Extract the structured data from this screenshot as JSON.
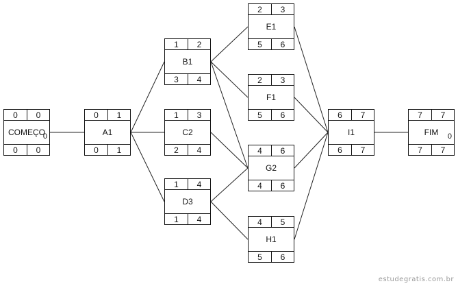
{
  "nodes": {
    "comeco": {
      "name": "COMEÇO",
      "duration": "0",
      "tl": "0",
      "tr": "0",
      "bl": "0",
      "br": "0"
    },
    "a1": {
      "name": "A1",
      "tl": "0",
      "tr": "1",
      "bl": "0",
      "br": "1"
    },
    "b1": {
      "name": "B1",
      "tl": "1",
      "tr": "2",
      "bl": "3",
      "br": "4"
    },
    "c2": {
      "name": "C2",
      "tl": "1",
      "tr": "3",
      "bl": "2",
      "br": "4"
    },
    "d3": {
      "name": "D3",
      "tl": "1",
      "tr": "4",
      "bl": "1",
      "br": "4"
    },
    "e1": {
      "name": "E1",
      "tl": "2",
      "tr": "3",
      "bl": "5",
      "br": "6"
    },
    "f1": {
      "name": "F1",
      "tl": "2",
      "tr": "3",
      "bl": "5",
      "br": "6"
    },
    "g2": {
      "name": "G2",
      "tl": "4",
      "tr": "6",
      "bl": "4",
      "br": "6"
    },
    "h1": {
      "name": "H1",
      "tl": "4",
      "tr": "5",
      "bl": "5",
      "br": "6"
    },
    "i1": {
      "name": "I1",
      "tl": "6",
      "tr": "7",
      "bl": "6",
      "br": "7"
    },
    "fim": {
      "name": "FIM",
      "duration": "0",
      "tl": "7",
      "tr": "7",
      "bl": "7",
      "br": "7"
    }
  },
  "edges": [
    [
      "comeco",
      "a1"
    ],
    [
      "a1",
      "b1"
    ],
    [
      "a1",
      "c2"
    ],
    [
      "a1",
      "d3"
    ],
    [
      "b1",
      "e1"
    ],
    [
      "b1",
      "f1"
    ],
    [
      "b1",
      "g2"
    ],
    [
      "c2",
      "g2"
    ],
    [
      "d3",
      "g2"
    ],
    [
      "d3",
      "h1"
    ],
    [
      "e1",
      "i1"
    ],
    [
      "f1",
      "i1"
    ],
    [
      "g2",
      "i1"
    ],
    [
      "h1",
      "i1"
    ],
    [
      "i1",
      "fim"
    ]
  ],
  "watermark": "estudegratis.com.br"
}
